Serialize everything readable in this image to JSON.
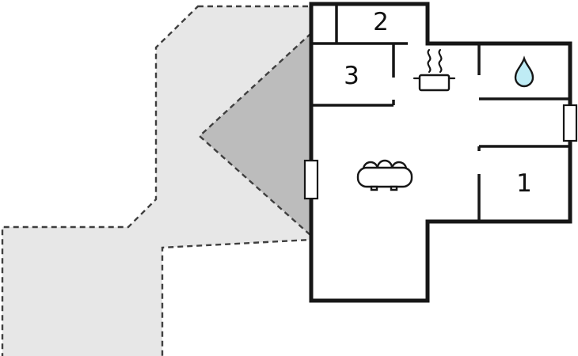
{
  "floor_plan": {
    "rooms": [
      {
        "label": "1"
      },
      {
        "label": "2"
      },
      {
        "label": "3"
      }
    ],
    "icons": [
      "cooking-pot-icon",
      "steam-icon",
      "sofa-icon",
      "water-drop-icon"
    ],
    "colors": {
      "background": "#ffffff",
      "walkway_fill": "#e7e7e7",
      "terrace_fill": "#bcbcbc",
      "dashed_outline": "#3f3f3f",
      "wall": "#161616",
      "water_drop_fill": "#bfecf5",
      "window_fill": "#ffffff"
    }
  }
}
